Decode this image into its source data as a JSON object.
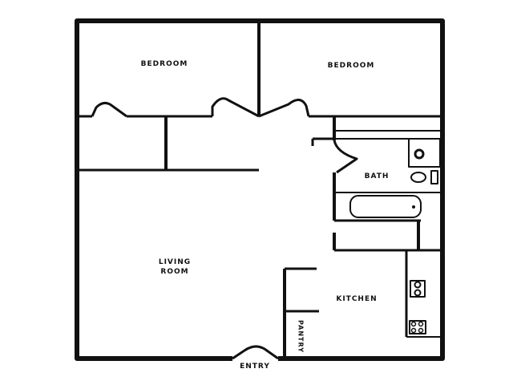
{
  "plan": {
    "rooms": {
      "bedroom_left": "BEDROOM",
      "bedroom_right": "BEDROOM",
      "bath": "BATH",
      "living_line1": "LIVING",
      "living_line2": "ROOM",
      "kitchen": "KITCHEN",
      "pantry": "PANTRY",
      "entry": "ENTRY"
    },
    "colors": {
      "wall": "#111111",
      "background": "#ffffff"
    }
  }
}
